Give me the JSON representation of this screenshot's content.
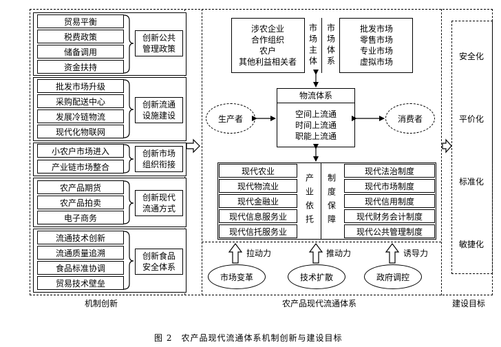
{
  "left": {
    "groups": [
      {
        "items": [
          "贸易平衡",
          "税费政策",
          "储备调用",
          "资金扶持"
        ],
        "label": "创新公共\n管理政策"
      },
      {
        "items": [
          "批发市场升级",
          "采购配送中心",
          "发展冷链物流",
          "现代化物联网"
        ],
        "label": "创新流通\n设施建设"
      },
      {
        "items": [
          "小农户市场进入",
          "产业链市场整合"
        ],
        "label": "创新市场\n组织衔接"
      },
      {
        "items": [
          "农产品期货",
          "农产品拍卖",
          "电子商务"
        ],
        "label": "创新现代\n流通方式"
      },
      {
        "items": [
          "流通技术创新",
          "流通质量追溯",
          "食品标准协调",
          "贸易技术壁垒"
        ],
        "label": "创新食品\n安全体系"
      }
    ],
    "footer": "机制创新"
  },
  "center": {
    "top": {
      "participants": "涉农企业\n合作组织\n农户\n其他利益相关者",
      "market_subject": "市场主体",
      "market_system": "市场体系",
      "markets": "批发市场\n零售市场\n专业市场\n虚拟市场"
    },
    "logistics": {
      "title": "物流体系",
      "content": "空间上流通\n时间上流通\n职能上流通"
    },
    "producer": "生产者",
    "consumer": "消费者",
    "industry_rows": [
      "现代农业",
      "现代物流业",
      "现代金融业",
      "现代信息服务业",
      "现代信托服务业"
    ],
    "industry_support": "产业依托",
    "institution_support": "制度保障",
    "institution_rows": [
      "现代法治制度",
      "现代市场制度",
      "现代信用制度",
      "现代财务会计制度",
      "现代公共管理制度"
    ],
    "forces": [
      {
        "driver": "市场变革",
        "force": "拉动力"
      },
      {
        "driver": "技术扩散",
        "force": "推动力"
      },
      {
        "driver": "政府调控",
        "force": "诱导力"
      }
    ],
    "footer": "农产品现代流通体系"
  },
  "right": {
    "goals": [
      "安全化",
      "平价化",
      "标准化",
      "敏捷化"
    ],
    "footer": "建设目标"
  },
  "caption": "图 2　农产品现代流通体系机制创新与建设目标"
}
